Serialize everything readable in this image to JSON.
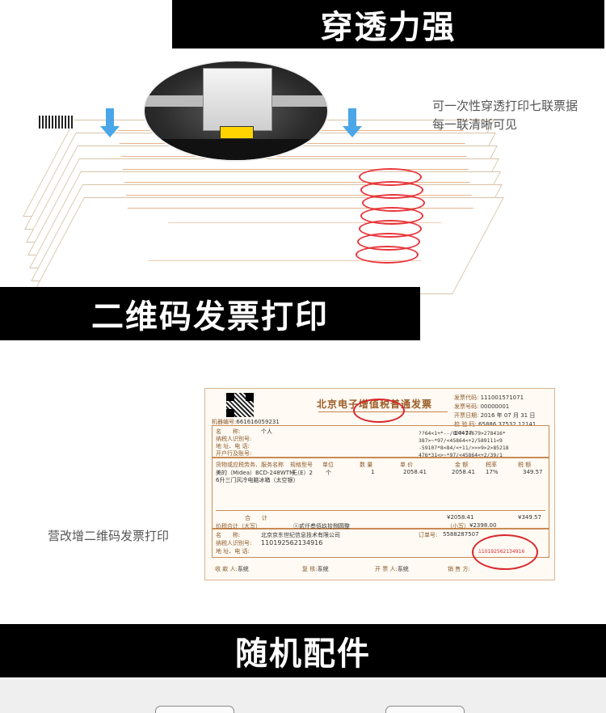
{
  "section1": {
    "title": "穿透力强",
    "caption_line1": "可一次性穿透打印七联票据",
    "caption_line2": "每一联清晰可见"
  },
  "section2": {
    "title": "二维码发票打印",
    "caption": "营改增二维码发票打印",
    "invoice": {
      "title": "北京电子增值税普通发票",
      "meta": [
        {
          "label": "发票代码:",
          "value": "111001571071"
        },
        {
          "label": "发票号码:",
          "value": "00000001"
        },
        {
          "label": "开票日期:",
          "value": "2016 年 07 月 31 日"
        },
        {
          "label": "校 验 码:",
          "value": "65886 37532 12141 14477"
        }
      ],
      "tax_label": "机器编号:",
      "tax_value": "661616059231",
      "buyer_labels": [
        "名　　称:",
        "纳税人识别号:",
        "地 址、电 话:",
        "开户行及账号:"
      ],
      "buyer_name": "个人",
      "cipher_lines": [
        "??64<1+*--/8??+3<679>278416*",
        "387>~*97/<45864<+2/589111<9",
        "-59107*8<84/<+11/>>>9>2>85218",
        "476*31<>~*97/<45864<+2/39/1"
      ],
      "columns": [
        "货物或应税劳务、服务名称",
        "规格型号",
        "单位",
        "数 量",
        "单 价",
        "金 额",
        "税率",
        "税 额"
      ],
      "item": {
        "name": "美的（Midea）BCD-248WTM（E）2",
        "name2": "6升三门风冷电脑冰箱（太空银）",
        "spec": "无",
        "unit": "个",
        "qty": "1",
        "price": "2058.41",
        "amount": "2058.41",
        "rate": "17%",
        "tax": "349.57"
      },
      "total_label": "合　　计",
      "total_amount": "¥2058.41",
      "total_tax": "¥349.57",
      "grand_label": "价税合计（大写）",
      "grand_words": "ⓧ贰仟叁佰玖拾捌圆整",
      "grand_small": "（小写）",
      "grand_value": "¥2398.00",
      "seller_name": "北京京东世纪信息技术有限公司",
      "seller_id": "110192562134916",
      "order_label": "订单号:",
      "order_value": "5588287507",
      "stamp_number": "110192562134916",
      "footer": [
        {
          "label": "收 款 人:",
          "value": "系统"
        },
        {
          "label": "复 核:",
          "value": "系统"
        },
        {
          "label": "开 票 人:",
          "value": "系统"
        },
        {
          "label": "销 售 方:",
          "value": ""
        }
      ]
    }
  },
  "section3": {
    "title": "随机配件"
  },
  "colors": {
    "banner_bg": "#000000",
    "banner_text": "#ffffff",
    "arrow": "#4aa6e8",
    "stamp_red": "#e8353b",
    "invoice_brown": "#8a5a2b"
  },
  "icons": [
    "down-arrow-icon",
    "down-arrow-icon"
  ]
}
